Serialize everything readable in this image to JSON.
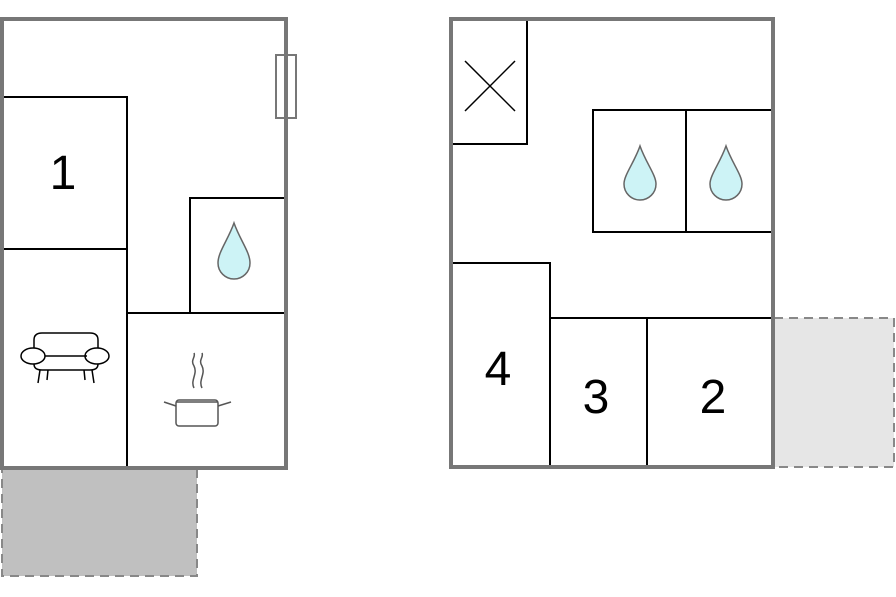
{
  "floor_plan": {
    "ground_floor": {
      "rooms": [
        {
          "label": "1",
          "type": "bedroom"
        },
        {
          "type": "living-room",
          "icon": "sofa-icon"
        },
        {
          "type": "kitchen",
          "icon": "cooking-pot-icon"
        },
        {
          "type": "bathroom",
          "icon": "water-drop-icon"
        }
      ],
      "outdoor": {
        "type": "terrace",
        "style": "covered"
      }
    },
    "upper_floor": {
      "rooms": [
        {
          "label": "4",
          "type": "bedroom"
        },
        {
          "label": "3",
          "type": "bedroom"
        },
        {
          "label": "2",
          "type": "bedroom"
        },
        {
          "type": "bathroom",
          "icon": "water-drop-icon"
        },
        {
          "type": "bathroom",
          "icon": "water-drop-icon"
        },
        {
          "type": "void",
          "icon": "cross-icon"
        }
      ],
      "outdoor": {
        "type": "balcony",
        "style": "open"
      }
    },
    "colors": {
      "wall": "#777777",
      "inner_wall": "#000000",
      "water": "#cdf3f6",
      "terrace_fill": "#c0c0c0",
      "balcony_fill": "#e6e6e6"
    }
  }
}
